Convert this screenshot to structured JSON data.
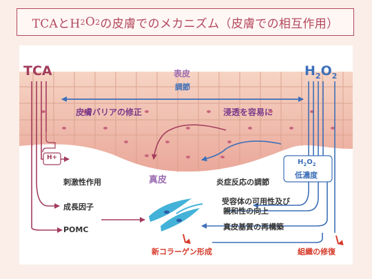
{
  "title": {
    "pre": "TCAとH",
    "sub1": "2",
    "mid": "O",
    "sub2": "2",
    "post": "の皮膚でのメカニズム（皮膚での相互作用）"
  },
  "diagram": {
    "tca": "TCA",
    "h2o2": {
      "h": "H",
      "s1": "2",
      "o": "O",
      "s2": "2"
    },
    "epidermis": "表皮",
    "regulation": "調節",
    "barrier_fix": "皮膚バリアの修正",
    "penetration": "浸透を容易に",
    "h_plus": "H+",
    "h2o2_low": {
      "h": "H",
      "s1": "2",
      "o": "O",
      "s2": "2"
    },
    "low_conc": "低濃度",
    "dermis": "真皮",
    "irritant": "刺激性作用",
    "growth_factor": "成長因子",
    "pomc": "POMC",
    "inflammation": "炎症反応の調節",
    "receptor_1": "受容体の可用性及び",
    "receptor_2": "親和性の向上",
    "matrix": "真皮基質の再構築",
    "new_collagen": "新コラーゲン形成",
    "tissue_repair": "組織の修復"
  },
  "colors": {
    "title": "#b3475d",
    "tca_line": "#a33c5c",
    "h2o2_line": "#3d6fb8",
    "red": "#d63a2a",
    "purple": "#9a6bb0"
  }
}
